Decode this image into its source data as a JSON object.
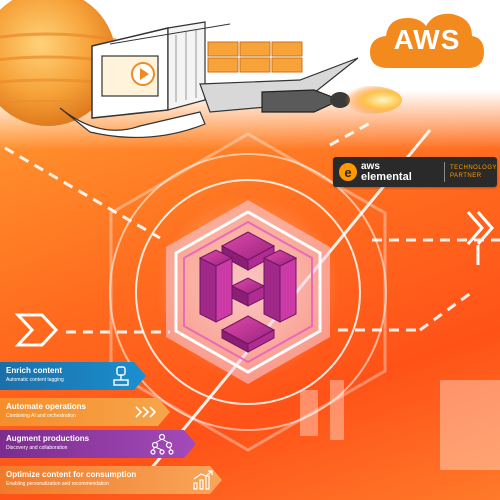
{
  "aws_logo": {
    "text": "AWS"
  },
  "partner_badge": {
    "brand_top": "aws",
    "brand_bottom": "elemental",
    "tier_line1": "TECHNOLOGY",
    "tier_line2": "PARTNER"
  },
  "features": [
    {
      "title": "Enrich content",
      "subtitle": "Automatic content tagging",
      "icon": "tag-icon"
    },
    {
      "title": "Automate operations",
      "subtitle": "Combining AI and orchestration",
      "icon": "chevrons-icon"
    },
    {
      "title": "Augment productions",
      "subtitle": "Discovery and collaboration",
      "icon": "network-icon"
    },
    {
      "title": "Optimize content for consumption",
      "subtitle": "Enabling personalization and recommendation",
      "icon": "growth-chart-icon"
    }
  ],
  "colors": {
    "aws_orange": "#ff9900",
    "background_orange": "#ff6a1e",
    "hex_magenta": "#c0309a",
    "enrich_blue": "#1b7fc0",
    "automate_orange": "#f7a54a",
    "augment_purple": "#8e3aa3",
    "optimize_orange": "#f9a65a"
  }
}
